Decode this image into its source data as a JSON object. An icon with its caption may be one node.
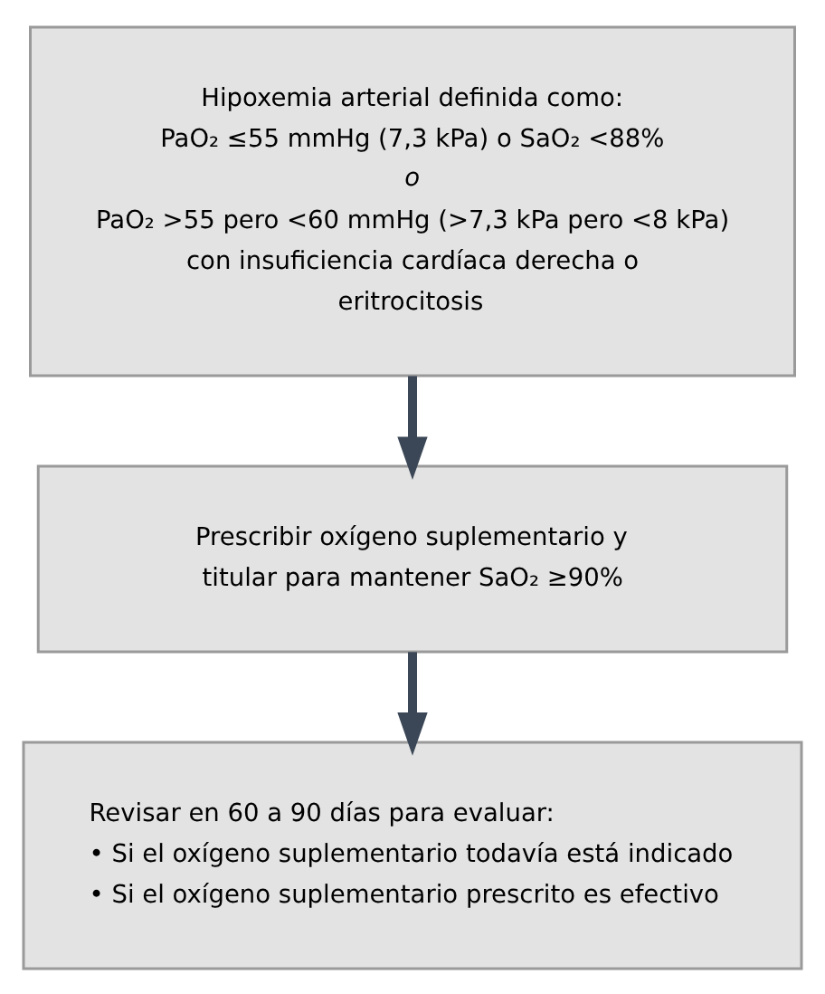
{
  "diagram": {
    "nodes": [
      {
        "text": [
          "Hipoxemia arterial definida como:",
          "PaO₂ ≤55 mmHg (7,3 kPa) o SaO₂ <88%",
          "o",
          "PaO₂ >55 pero <60 mmHg (>7,3 kPa pero <8 kPa) con insuficiencia cardíaca derecha o eritrocitosis"
        ]
      },
      {
        "text": [
          "Prescribir oxígeno suplementario y titular para mantener SaO₂ ≥90%"
        ]
      },
      {
        "text": [
          "Revisar en 60 a 90 días para evaluar:",
          "• Si el oxígeno suplementario todavía está indicado",
          "• Si el oxígeno suplementario prescrito es efectivo"
        ]
      }
    ],
    "edges": [
      {
        "from": 0,
        "to": 1,
        "arrow": "to"
      },
      {
        "from": 1,
        "to": 2,
        "arrow": "to"
      }
    ]
  }
}
